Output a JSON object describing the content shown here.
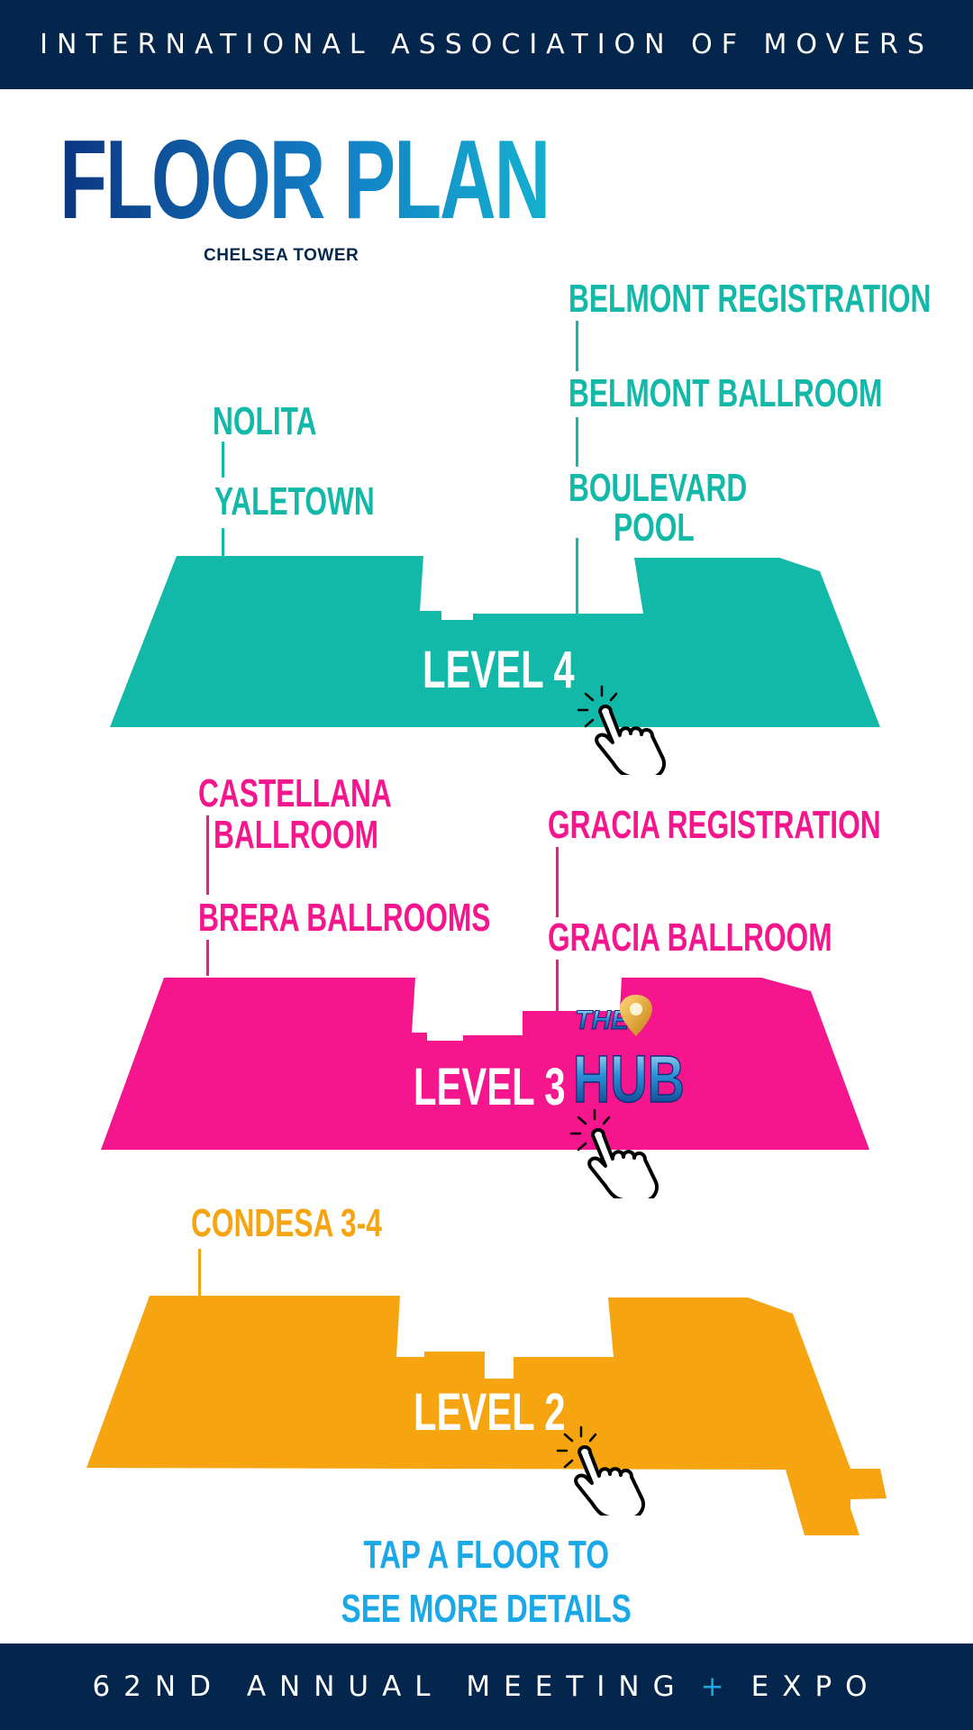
{
  "header": {
    "organization": "INTERNATIONAL ASSOCIATION OF MOVERS"
  },
  "title": {
    "main": "FLOOR PLAN",
    "venue": "CHELSEA TOWER"
  },
  "colors": {
    "navy": "#04264d",
    "level4": "#12b8a8",
    "level3": "#f5158c",
    "level2": "#f6a40f",
    "cta": "#1ba8e6"
  },
  "floors": {
    "level4": {
      "label": "LEVEL 4",
      "rooms": {
        "nolita": "NOLITA",
        "yaletown": "YALETOWN",
        "belmont_registration": "BELMONT REGISTRATION",
        "belmont_ballroom": "BELMONT BALLROOM",
        "boulevard_line1": "BOULEVARD",
        "boulevard_line2": "POOL"
      }
    },
    "level3": {
      "label": "LEVEL 3",
      "rooms": {
        "castellana_line1": "CASTELLANA",
        "castellana_line2": "BALLROOM",
        "brera": "BRERA BALLROOMS",
        "gracia_registration": "GRACIA REGISTRATION",
        "gracia_ballroom": "GRACIA BALLROOM"
      },
      "badge": {
        "the": "THE",
        "hub": "HUB"
      }
    },
    "level2": {
      "label": "LEVEL 2",
      "rooms": {
        "condesa": "CONDESA 3-4"
      }
    }
  },
  "icons": {
    "tap": "pointing-hand-icon",
    "pin": "location-pin-icon"
  },
  "cta": {
    "line1": "TAP A FLOOR TO",
    "line2": "SEE MORE DETAILS"
  },
  "footer": {
    "before": "62ND ANNUAL MEETING",
    "plus": "+",
    "after": "EXPO"
  }
}
